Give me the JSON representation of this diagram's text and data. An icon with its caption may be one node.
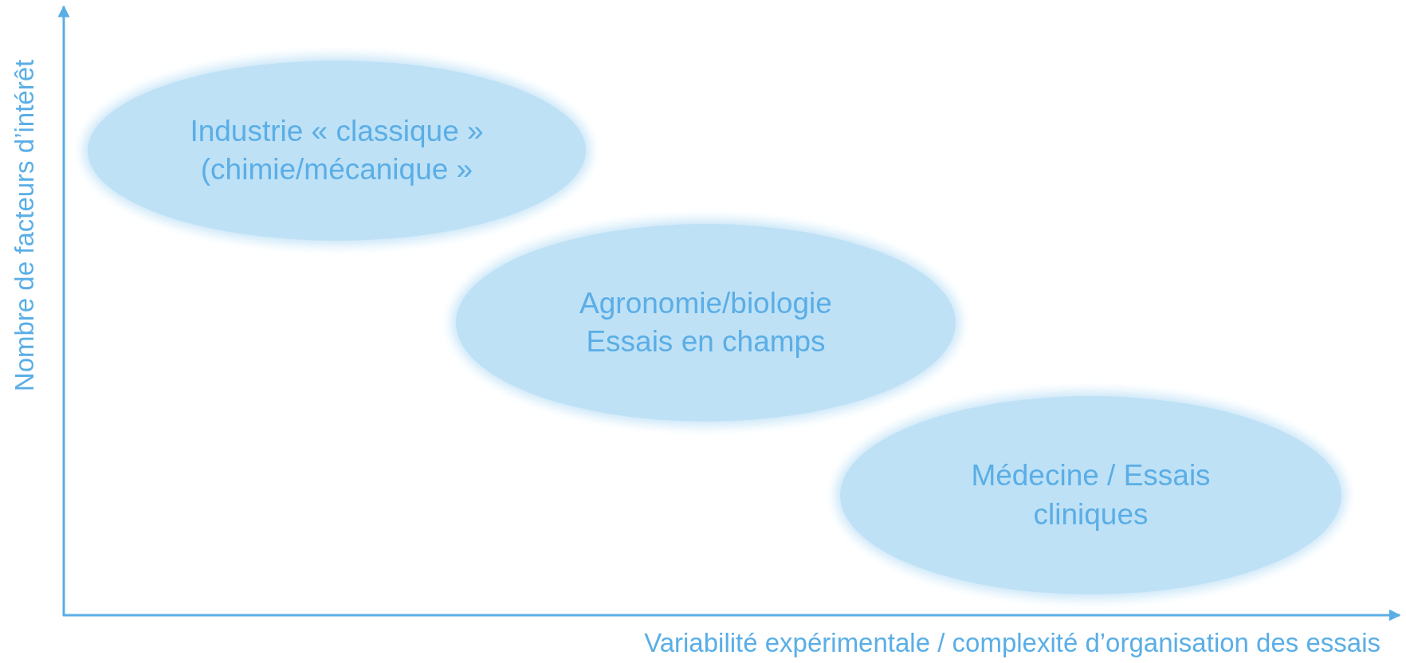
{
  "diagram": {
    "nodes": [
      {
        "text": [
          "Industrie « classique » (chimie/mécanique »"
        ]
      },
      {
        "text": [
          "Agronomie/biologie Essais en champs"
        ]
      },
      {
        "text": [
          "Médecine / Essais cliniques"
        ]
      }
    ],
    "labels": [
      "Nombre de facteurs d’intérêt",
      "Variabilité expérimentale / complexité d’organisation des essais"
    ]
  }
}
